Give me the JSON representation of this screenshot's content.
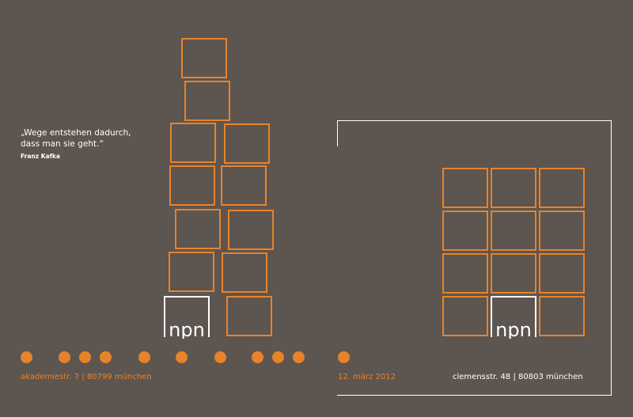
{
  "quote": {
    "line1": "„Wege entstehen dadurch,",
    "line2": "dass man sie geht.“",
    "author": "Franz Kafka"
  },
  "logo_text": "npn",
  "address_left": "akademiestr. 7 | 80799 münchen",
  "date": "12. märz 2012",
  "address_right": "clemensstr. 48 | 80803 münchen",
  "colors": {
    "background": "#5d5550",
    "accent": "#e8832a",
    "light": "#ffffff"
  }
}
